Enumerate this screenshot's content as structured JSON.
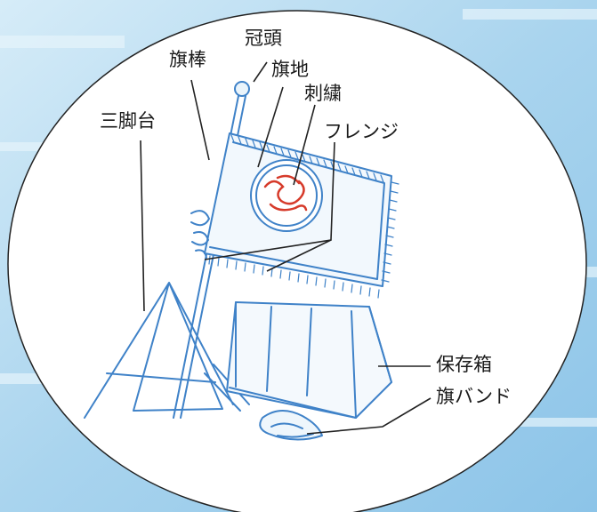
{
  "labels": {
    "finial": "冠頭",
    "pole": "旗棒",
    "flag_body": "旗地",
    "embroidery": "刺繍",
    "fringe": "フレンジ",
    "tripod": "三脚台",
    "storage_box": "保存箱",
    "flag_band": "旗バンド"
  },
  "colors": {
    "background": "#bfe0f3",
    "oval_fill": "#ffffff",
    "sketch_line": "#3f82c8",
    "embroidery": "#d63a2a",
    "leader_line": "#222222"
  }
}
